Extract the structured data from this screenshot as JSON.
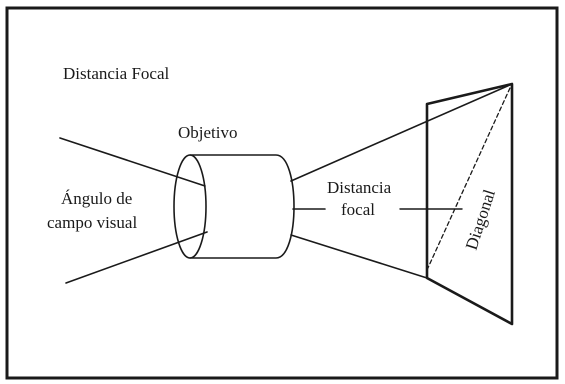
{
  "diagram": {
    "title": "Distancia Focal",
    "labels": {
      "objetivo": "Objetivo",
      "angulo_line1": "Ángulo de",
      "angulo_line2": "campo visual",
      "distancia_line1": "Distancia",
      "distancia_line2": "focal",
      "diagonal": "Diagonal"
    },
    "colors": {
      "ink": "#1a1a1a",
      "background": "#ffffff"
    }
  }
}
